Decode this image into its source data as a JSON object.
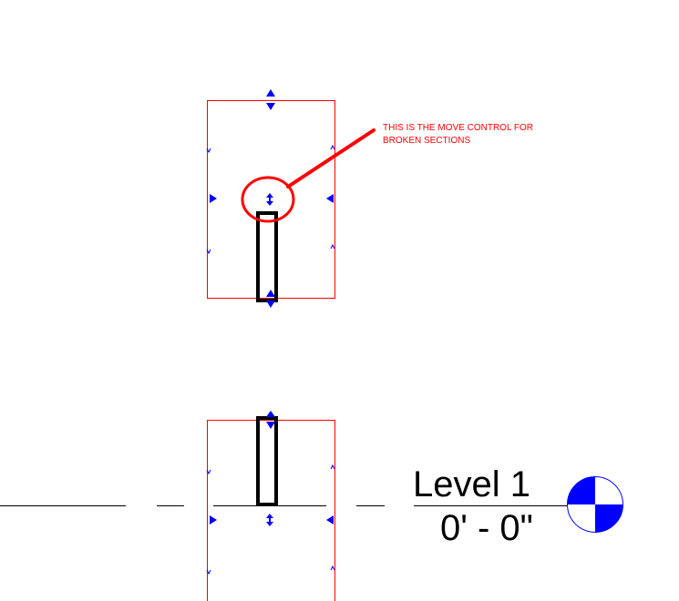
{
  "annotation": {
    "line1": "THIS IS THE MOVE CONTROL FOR",
    "line2": "BROKEN SECTIONS"
  },
  "level": {
    "name": "Level 1",
    "elevation": "0' - 0\""
  },
  "colors": {
    "section_box": "#ff0000",
    "controls": "#0000ff",
    "annotation": "#ff0000",
    "level_line": "#000000"
  }
}
